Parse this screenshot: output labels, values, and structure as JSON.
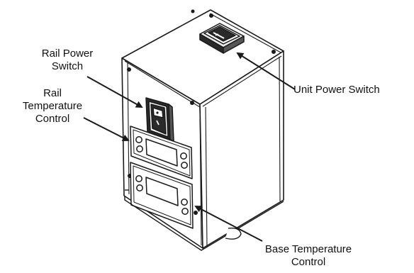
{
  "callouts": {
    "rail_power_switch": [
      "Rail Power",
      "Switch"
    ],
    "rail_temperature_control": [
      "Rail",
      "Temperature",
      "Control"
    ],
    "unit_power_switch": [
      "Unit Power Switch"
    ],
    "base_temperature_control": [
      "Base Temperature",
      "Control"
    ]
  },
  "colors": {
    "line": "#1a1a1a",
    "fill": "#ffffff",
    "shade": "#e9e9e9",
    "dark": "#2a2a2a"
  }
}
